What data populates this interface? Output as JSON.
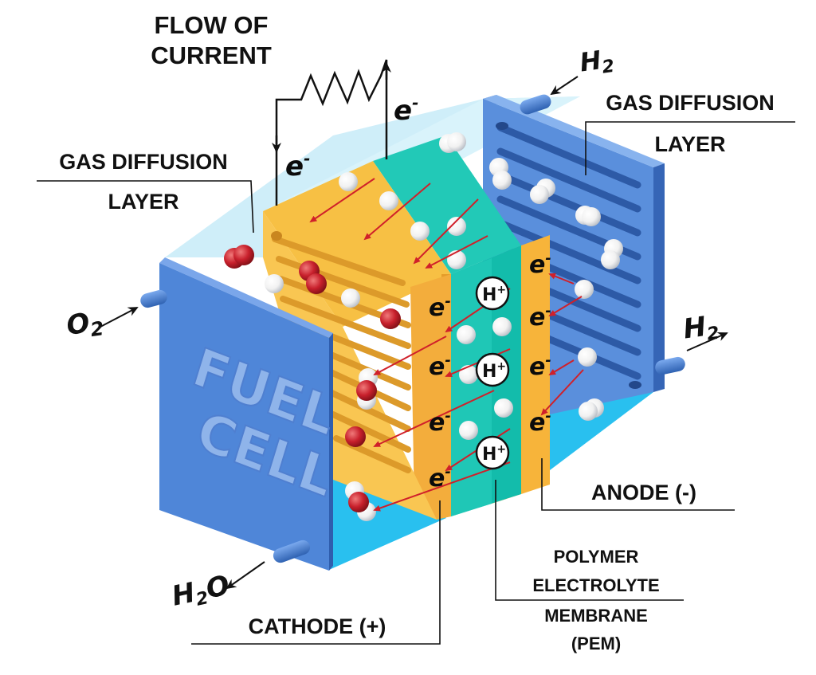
{
  "labels": {
    "flow_of_current_line1": "FLOW OF",
    "flow_of_current_line2": "CURRENT",
    "gdl_left_line1": "GAS DIFFUSION",
    "gdl_left_line2": "LAYER",
    "gdl_right_line1": "GAS DIFFUSION",
    "gdl_right_line2": "LAYER",
    "anode": "ANODE (-)",
    "cathode": "CATHODE (+)",
    "pem_line1": "POLYMER",
    "pem_line2": "ELECTROLYTE",
    "pem_line3": "MEMBRANE",
    "pem_line4": "(PEM)",
    "fuel_cell_line1": "FUEL",
    "fuel_cell_line2": "CELL"
  },
  "chem": {
    "o2_base": "O",
    "o2_sub": "2",
    "h2_in_base": "H",
    "h2_in_sub": "2",
    "h2_out_base": "H",
    "h2_out_sub": "2",
    "h2o_base1": "H",
    "h2o_sub": "2",
    "h2o_base2": "O",
    "electron": "e",
    "electron_sup": "-",
    "proton": "H",
    "proton_sup": "+"
  },
  "colors": {
    "plate_blue": "#4f86d8",
    "plate_dark": "#3667b5",
    "cathode_yellow": "#f7c044",
    "pem_teal": "#19c1b0",
    "oxygen_red": "#c8202c",
    "reaction_arrow": "#d0202a",
    "water_cyan": "#2fc4ef"
  }
}
